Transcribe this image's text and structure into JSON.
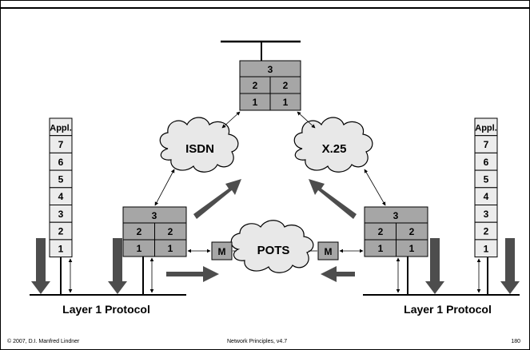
{
  "router": {
    "rows": [
      [
        "3"
      ],
      [
        "2",
        "2"
      ],
      [
        "1",
        "1"
      ]
    ]
  },
  "stack_left": {
    "labels": [
      "Appl.",
      "7",
      "6",
      "5",
      "4",
      "3",
      "2",
      "1"
    ]
  },
  "stack_right": {
    "labels": [
      "Appl.",
      "7",
      "6",
      "5",
      "4",
      "3",
      "2",
      "1"
    ]
  },
  "clouds": {
    "isdn": "ISDN",
    "x25": "X.25",
    "pots": "POTS"
  },
  "modems": {
    "left": "M",
    "right": "M"
  },
  "captions": {
    "left": "Layer 1 Protocol",
    "right": "Layer 1 Protocol"
  },
  "footer": {
    "copyright": "© 2007, D.I. Manfred Lindner",
    "course": "Network Principles, v4.7",
    "page": "180"
  },
  "colors": {
    "router_fill": "#a6a6a6",
    "arrow_fill": "#4d4d4d",
    "cloud_fill": "#e8e8e8",
    "stack_fill": "#ececec"
  }
}
